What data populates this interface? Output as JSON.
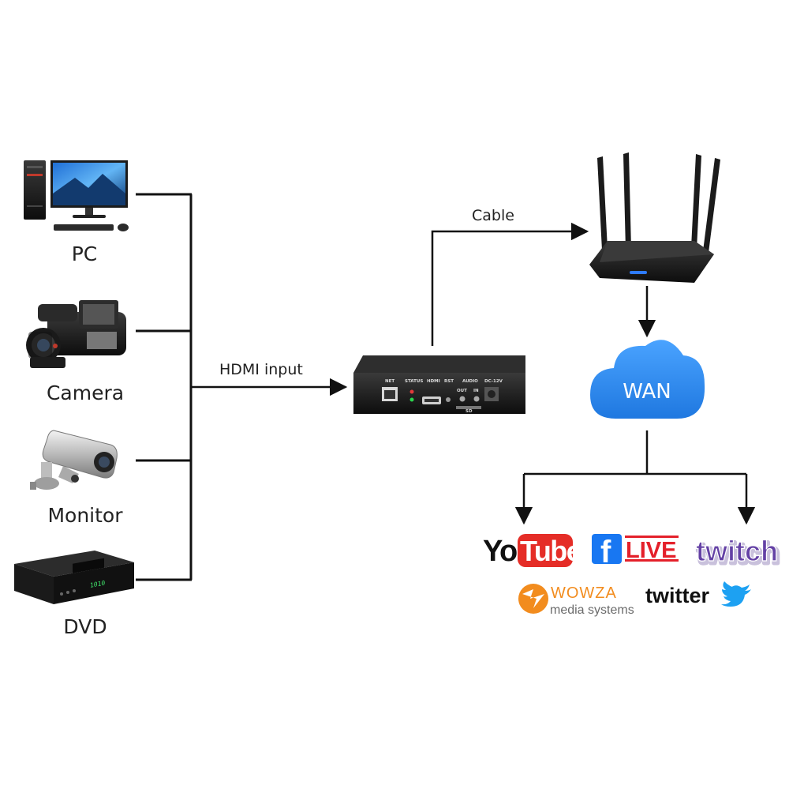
{
  "sources": [
    {
      "name": "PC",
      "icon": "pc-icon"
    },
    {
      "name": "Camera",
      "icon": "camcorder-icon"
    },
    {
      "name": "Monitor",
      "icon": "cctv-camera-icon"
    },
    {
      "name": "DVD",
      "icon": "set-top-box-icon"
    }
  ],
  "edges": {
    "hdmi_label": "HDMI input",
    "cable_label": "Cable"
  },
  "encoder": {
    "ports": [
      "NET",
      "STATUS",
      "HDMI",
      "RST",
      "AUDIO",
      "DC-12V",
      "OUT",
      "IN",
      "SD"
    ]
  },
  "cloud": {
    "label": "WAN"
  },
  "platforms": {
    "youtube": {
      "part1": "You",
      "part2": "Tube"
    },
    "facebook": {
      "mark": "f",
      "text": "LIVE"
    },
    "twitch": {
      "text": "twitch"
    },
    "wowza": {
      "title": "WOWZA",
      "subtitle": "media systems"
    },
    "twitter": {
      "text": "twitter"
    }
  },
  "colors": {
    "line": "#111111",
    "cloud": "#2f8cf0",
    "youtube_red": "#e52d27",
    "facebook_blue": "#1877f2",
    "live_red": "#e4202a",
    "twitch_purple": "#6441a5",
    "wowza_orange": "#f28c1e",
    "twitter_blue": "#1da1f2"
  }
}
